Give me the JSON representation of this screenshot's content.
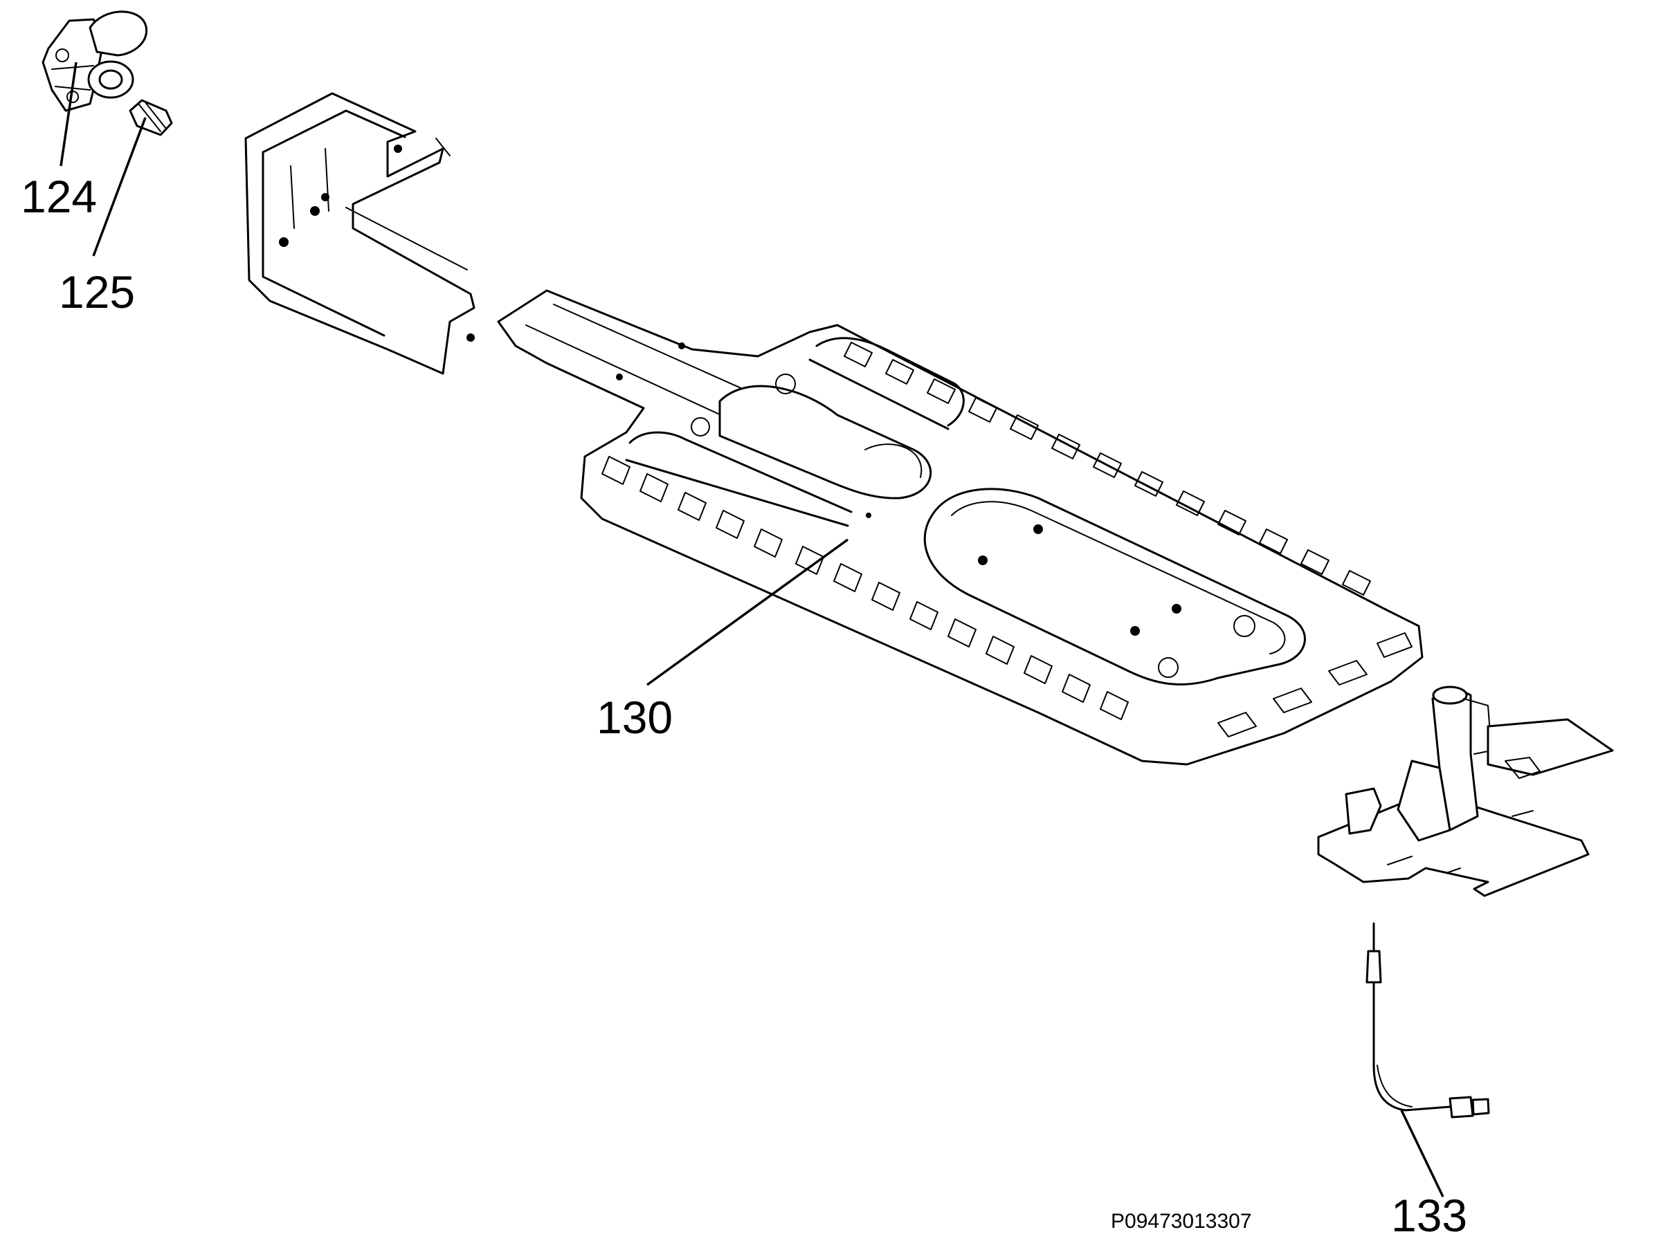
{
  "labels": {
    "part_124": "124",
    "part_125": "125",
    "part_130": "130",
    "part_133": "133"
  },
  "reference_code": "P09473013307"
}
